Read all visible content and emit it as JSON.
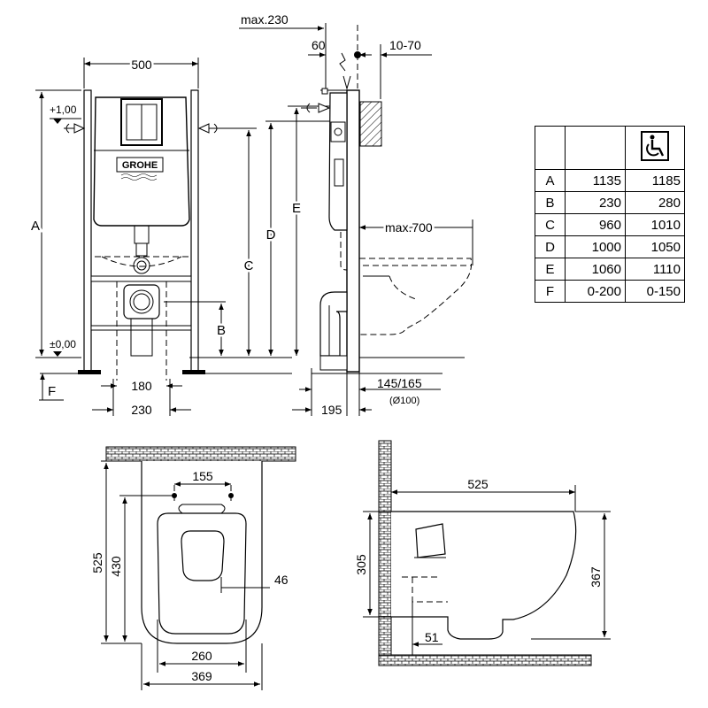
{
  "top_labels": {
    "width_500": "500",
    "max230": "max.230",
    "d60": "60",
    "d10_70": "10-70",
    "max700": "max.700",
    "plus100": "+1,00",
    "pm000": "±0,00",
    "brand": "GROHE",
    "A": "A",
    "B": "B",
    "C": "C",
    "D": "D",
    "E": "E",
    "F": "F",
    "d180": "180",
    "d230b": "230",
    "d145_165": "145/165",
    "d100": "(Ø100)",
    "d195": "195"
  },
  "bottom_labels": {
    "d155": "155",
    "d525": "525",
    "d430": "430",
    "d46": "46",
    "d260": "260",
    "d369": "369",
    "d525s": "525",
    "d305": "305",
    "d367": "367",
    "d51": "51"
  },
  "table": {
    "header_icon": "wheelchair-icon",
    "rows": [
      {
        "label": "A",
        "v1": "1135",
        "v2": "1185"
      },
      {
        "label": "B",
        "v1": "230",
        "v2": "280"
      },
      {
        "label": "C",
        "v1": "960",
        "v2": "1010"
      },
      {
        "label": "D",
        "v1": "1000",
        "v2": "1050"
      },
      {
        "label": "E",
        "v1": "1060",
        "v2": "1110"
      },
      {
        "label": "F",
        "v1": "0-200",
        "v2": "0-150"
      }
    ]
  }
}
